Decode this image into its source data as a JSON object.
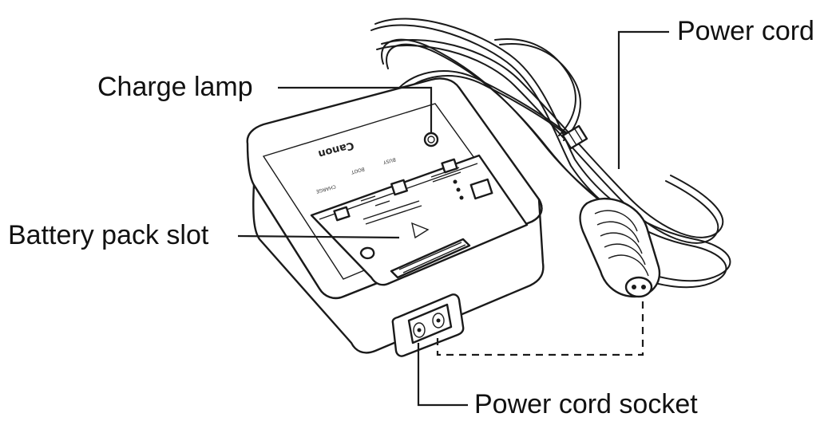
{
  "labels": {
    "power_cord": "Power cord",
    "charge_lamp": "Charge lamp",
    "battery_pack_slot": "Battery pack slot",
    "power_cord_socket": "Power cord socket"
  },
  "device": {
    "brand_mark": "Canon"
  },
  "colors": {
    "line": "#1a1a1a",
    "text": "#111111",
    "background": "#ffffff"
  }
}
